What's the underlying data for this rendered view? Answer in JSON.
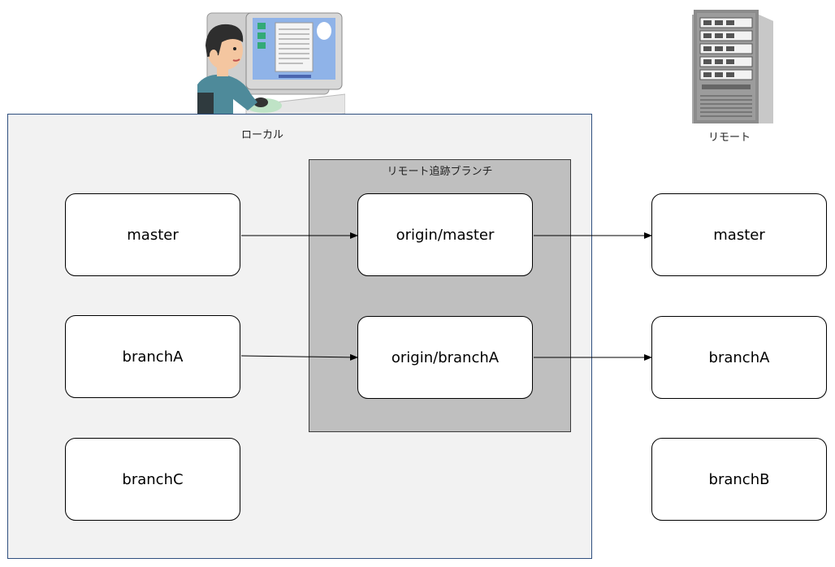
{
  "labels": {
    "local": "ローカル",
    "remote": "リモート",
    "tracking": "リモート追跡ブランチ"
  },
  "local_branches": [
    "master",
    "branchA",
    "branchC"
  ],
  "tracking_branches": [
    "origin/master",
    "origin/branchA"
  ],
  "remote_branches": [
    "master",
    "branchA",
    "branchB"
  ],
  "colors": {
    "local_panel": "#f2f2f2",
    "local_border": "#2f4f7f",
    "tracking_panel": "#bfbfbf",
    "box_fill": "#ffffff",
    "arrow": "#000000"
  },
  "icons": {
    "local": "person-at-computer-icon",
    "remote": "server-tower-icon"
  }
}
